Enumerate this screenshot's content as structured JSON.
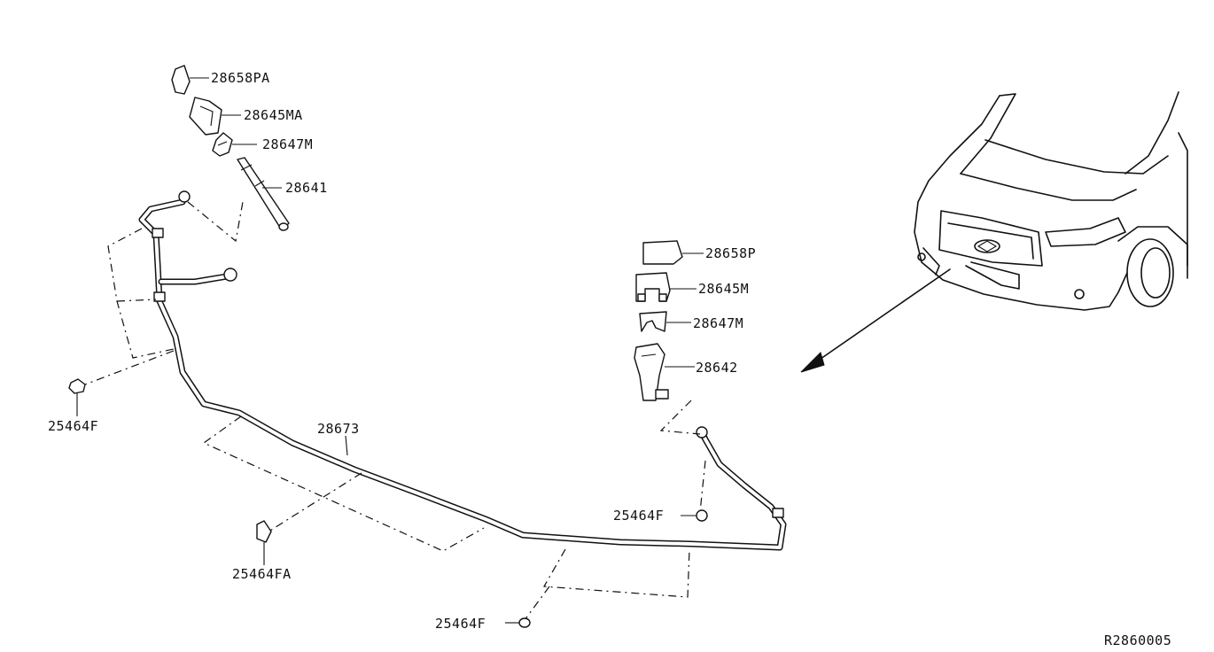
{
  "labels": {
    "p28658PA": "28658PA",
    "p28645MA": "28645MA",
    "p28647M_top": "28647M",
    "p28641": "28641",
    "p28658P": "28658P",
    "p28645M": "28645M",
    "p28647M_right": "28647M",
    "p28642": "28642",
    "p28673": "28673",
    "p25464F_left": "25464F",
    "p25464F_mid": "25464F",
    "p25464FA": "25464FA",
    "p25464F_bottom": "25464F"
  },
  "diagram_code": "R2860005"
}
